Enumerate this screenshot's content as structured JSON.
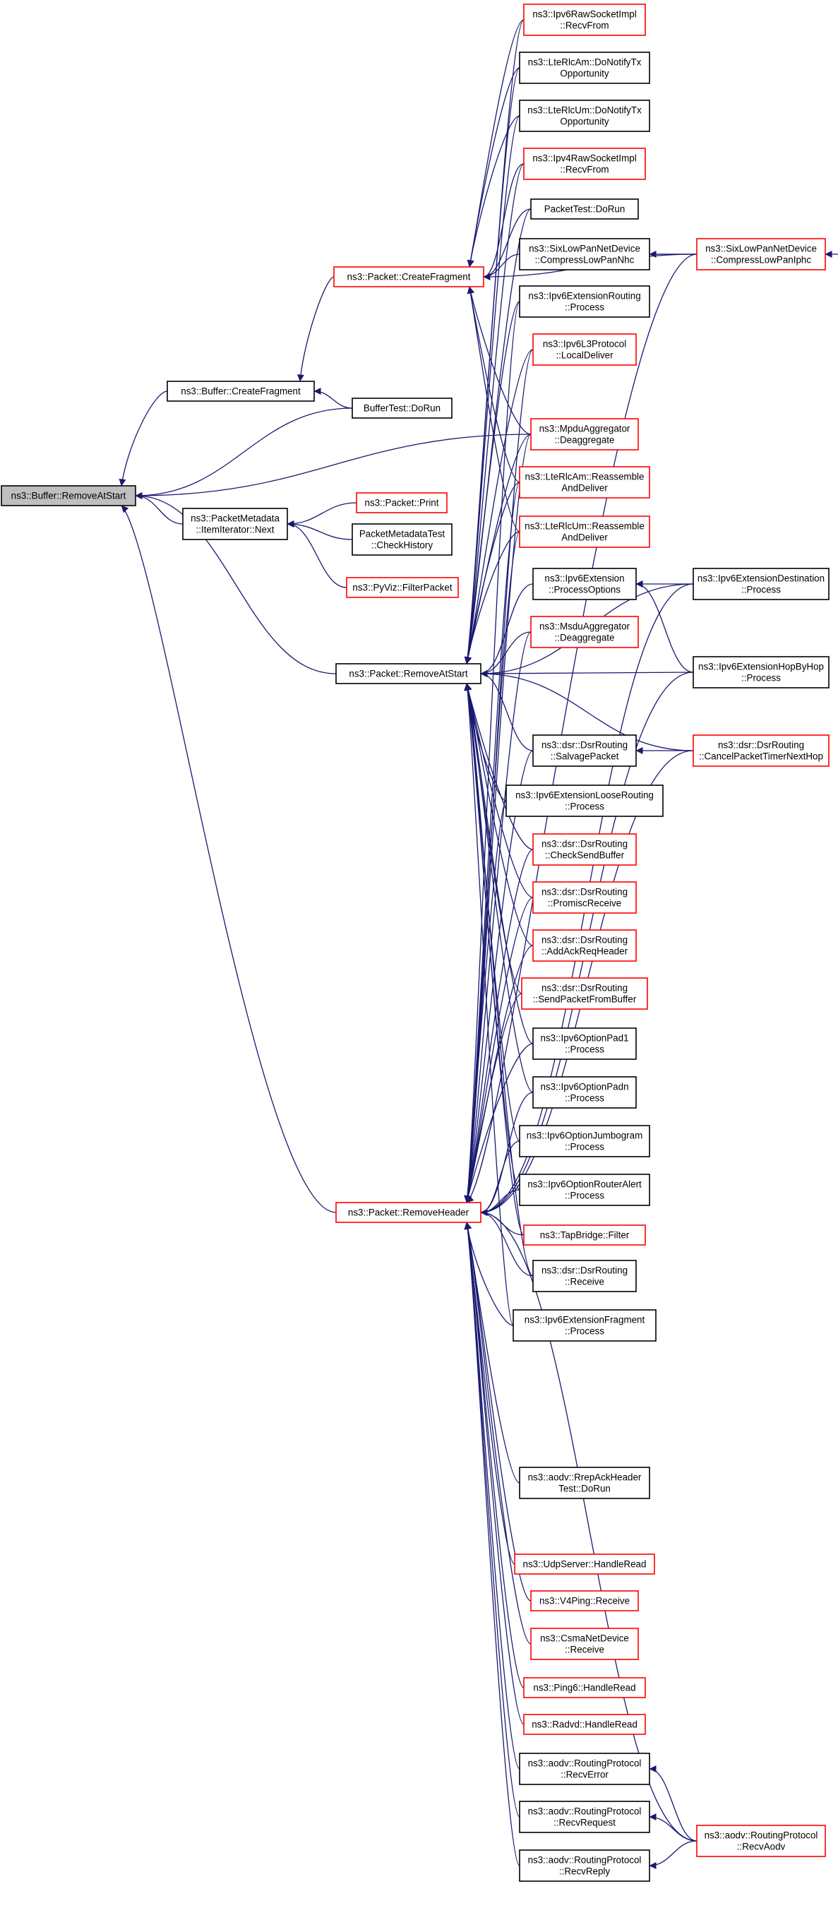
{
  "diagram": {
    "type": "doxygen-caller-graph",
    "edge_color": "#191970",
    "node_border_default": "#000000",
    "node_border_truncated": "#ff0000",
    "root_fill": "#bfbfbf",
    "nodes": [
      {
        "id": "root",
        "lines": [
          "ns3::Buffer::RemoveAtStart"
        ],
        "style": "root"
      },
      {
        "id": "buf_cf",
        "lines": [
          "ns3::Buffer::CreateFragment"
        ],
        "style": "black"
      },
      {
        "id": "pkt_cf",
        "lines": [
          "ns3::Packet::CreateFragment"
        ],
        "style": "red"
      },
      {
        "id": "buftest",
        "lines": [
          "BufferTest::DoRun"
        ],
        "style": "black"
      },
      {
        "id": "pm_next",
        "lines": [
          "ns3::PacketMetadata",
          "::ItemIterator::Next"
        ],
        "style": "black"
      },
      {
        "id": "pkt_print",
        "lines": [
          "ns3::Packet::Print"
        ],
        "style": "red"
      },
      {
        "id": "pmtest",
        "lines": [
          "PacketMetadataTest",
          "::CheckHistory"
        ],
        "style": "black"
      },
      {
        "id": "pyviz",
        "lines": [
          "ns3::PyViz::FilterPacket"
        ],
        "style": "red"
      },
      {
        "id": "pkt_ras",
        "lines": [
          "ns3::Packet::RemoveAtStart"
        ],
        "style": "black"
      },
      {
        "id": "pkt_rh",
        "lines": [
          "ns3::Packet::RemoveHeader"
        ],
        "style": "red"
      },
      {
        "id": "ipv6raw",
        "lines": [
          "ns3::Ipv6RawSocketImpl",
          "::RecvFrom"
        ],
        "style": "red"
      },
      {
        "id": "lterlcam_tx",
        "lines": [
          "ns3::LteRlcAm::DoNotifyTx",
          "Opportunity"
        ],
        "style": "black"
      },
      {
        "id": "lterlcum_tx",
        "lines": [
          "ns3::LteRlcUm::DoNotifyTx",
          "Opportunity"
        ],
        "style": "black"
      },
      {
        "id": "ipv4raw",
        "lines": [
          "ns3::Ipv4RawSocketImpl",
          "::RecvFrom"
        ],
        "style": "red"
      },
      {
        "id": "pkttest",
        "lines": [
          "PacketTest::DoRun"
        ],
        "style": "black"
      },
      {
        "id": "sixnhc",
        "lines": [
          "ns3::SixLowPanNetDevice",
          "::CompressLowPanNhc"
        ],
        "style": "black"
      },
      {
        "id": "sixiphc",
        "lines": [
          "ns3::SixLowPanNetDevice",
          "::CompressLowPanIphc"
        ],
        "style": "red"
      },
      {
        "id": "ipv6extrouting",
        "lines": [
          "ns3::Ipv6ExtensionRouting",
          "::Process"
        ],
        "style": "black"
      },
      {
        "id": "ipv6l3",
        "lines": [
          "ns3::Ipv6L3Protocol",
          "::LocalDeliver"
        ],
        "style": "red"
      },
      {
        "id": "mpdu",
        "lines": [
          "ns3::MpduAggregator",
          "::Deaggregate"
        ],
        "style": "red"
      },
      {
        "id": "lterlcam_re",
        "lines": [
          "ns3::LteRlcAm::Reassemble",
          "AndDeliver"
        ],
        "style": "red"
      },
      {
        "id": "lterlcum_re",
        "lines": [
          "ns3::LteRlcUm::Reassemble",
          "AndDeliver"
        ],
        "style": "red"
      },
      {
        "id": "ipv6ext_po",
        "lines": [
          "ns3::Ipv6Extension",
          "::ProcessOptions"
        ],
        "style": "black"
      },
      {
        "id": "ipv6extdest",
        "lines": [
          "ns3::Ipv6ExtensionDestination",
          "::Process"
        ],
        "style": "black"
      },
      {
        "id": "msdu",
        "lines": [
          "ns3::MsduAggregator",
          "::Deaggregate"
        ],
        "style": "red"
      },
      {
        "id": "ipv6hop",
        "lines": [
          "ns3::Ipv6ExtensionHopByHop",
          "::Process"
        ],
        "style": "black"
      },
      {
        "id": "dsr_salvage",
        "lines": [
          "ns3::dsr::DsrRouting",
          "::SalvagePacket"
        ],
        "style": "black"
      },
      {
        "id": "dsr_cancel",
        "lines": [
          "ns3::dsr::DsrRouting",
          "::CancelPacketTimerNextHop"
        ],
        "style": "red"
      },
      {
        "id": "ipv6loose",
        "lines": [
          "ns3::Ipv6ExtensionLooseRouting",
          "::Process"
        ],
        "style": "black"
      },
      {
        "id": "dsr_check",
        "lines": [
          "ns3::dsr::DsrRouting",
          "::CheckSendBuffer"
        ],
        "style": "red"
      },
      {
        "id": "dsr_promisc",
        "lines": [
          "ns3::dsr::DsrRouting",
          "::PromiscReceive"
        ],
        "style": "red"
      },
      {
        "id": "dsr_addack",
        "lines": [
          "ns3::dsr::DsrRouting",
          "::AddAckReqHeader"
        ],
        "style": "red"
      },
      {
        "id": "dsr_send",
        "lines": [
          "ns3::dsr::DsrRouting",
          "::SendPacketFromBuffer"
        ],
        "style": "red"
      },
      {
        "id": "pad1",
        "lines": [
          "ns3::Ipv6OptionPad1",
          "::Process"
        ],
        "style": "black"
      },
      {
        "id": "padn",
        "lines": [
          "ns3::Ipv6OptionPadn",
          "::Process"
        ],
        "style": "black"
      },
      {
        "id": "jumbo",
        "lines": [
          "ns3::Ipv6OptionJumbogram",
          "::Process"
        ],
        "style": "black"
      },
      {
        "id": "ralert",
        "lines": [
          "ns3::Ipv6OptionRouterAlert",
          "::Process"
        ],
        "style": "black"
      },
      {
        "id": "tapbridge",
        "lines": [
          "ns3::TapBridge::Filter"
        ],
        "style": "red"
      },
      {
        "id": "dsr_recv",
        "lines": [
          "ns3::dsr::DsrRouting",
          "::Receive"
        ],
        "style": "black"
      },
      {
        "id": "ipv6frag",
        "lines": [
          "ns3::Ipv6ExtensionFragment",
          "::Process"
        ],
        "style": "black"
      },
      {
        "id": "aodv_rrep",
        "lines": [
          "ns3::aodv::RrepAckHeader",
          "Test::DoRun"
        ],
        "style": "black"
      },
      {
        "id": "udpserver",
        "lines": [
          "ns3::UdpServer::HandleRead"
        ],
        "style": "red"
      },
      {
        "id": "v4ping",
        "lines": [
          "ns3::V4Ping::Receive"
        ],
        "style": "red"
      },
      {
        "id": "csma",
        "lines": [
          "ns3::CsmaNetDevice",
          "::Receive"
        ],
        "style": "red"
      },
      {
        "id": "ping6",
        "lines": [
          "ns3::Ping6::HandleRead"
        ],
        "style": "red"
      },
      {
        "id": "radvd",
        "lines": [
          "ns3::Radvd::HandleRead"
        ],
        "style": "red"
      },
      {
        "id": "aodv_err",
        "lines": [
          "ns3::aodv::RoutingProtocol",
          "::RecvError"
        ],
        "style": "black"
      },
      {
        "id": "aodv_req",
        "lines": [
          "ns3::aodv::RoutingProtocol",
          "::RecvRequest"
        ],
        "style": "black"
      },
      {
        "id": "aodv_reply",
        "lines": [
          "ns3::aodv::RoutingProtocol",
          "::RecvReply"
        ],
        "style": "black"
      },
      {
        "id": "aodv_adv",
        "lines": [
          "ns3::aodv::RoutingProtocol",
          "::RecvAodv"
        ],
        "style": "red"
      }
    ],
    "edges": [
      [
        "buf_cf",
        "root"
      ],
      [
        "buftest",
        "root"
      ],
      [
        "pm_next",
        "root"
      ],
      [
        "pkt_ras",
        "root"
      ],
      [
        "pkt_rh",
        "root"
      ],
      [
        "mpdu",
        "root"
      ],
      [
        "pkt_cf",
        "buf_cf"
      ],
      [
        "buftest",
        "buf_cf"
      ],
      [
        "pkt_print",
        "pm_next"
      ],
      [
        "pmtest",
        "pm_next"
      ],
      [
        "pyviz",
        "pm_next"
      ],
      [
        "ipv6raw",
        "pkt_cf"
      ],
      [
        "lterlcam_tx",
        "pkt_cf"
      ],
      [
        "lterlcum_tx",
        "pkt_cf"
      ],
      [
        "ipv4raw",
        "pkt_cf"
      ],
      [
        "pkttest",
        "pkt_cf"
      ],
      [
        "sixnhc",
        "pkt_cf"
      ],
      [
        "mpdu",
        "pkt_cf"
      ],
      [
        "lterlcam_re",
        "pkt_cf"
      ],
      [
        "lterlcum_re",
        "pkt_cf"
      ],
      [
        "sixiphc",
        "pkt_cf"
      ],
      [
        "ipv6raw",
        "pkt_ras"
      ],
      [
        "lterlcam_tx",
        "pkt_ras"
      ],
      [
        "lterlcum_tx",
        "pkt_ras"
      ],
      [
        "ipv4raw",
        "pkt_ras"
      ],
      [
        "pkttest",
        "pkt_ras"
      ],
      [
        "ipv6extrouting",
        "pkt_ras"
      ],
      [
        "ipv6l3",
        "pkt_ras"
      ],
      [
        "mpdu",
        "pkt_ras"
      ],
      [
        "lterlcam_re",
        "pkt_ras"
      ],
      [
        "lterlcum_re",
        "pkt_ras"
      ],
      [
        "ipv6ext_po",
        "pkt_ras"
      ],
      [
        "msdu",
        "pkt_ras"
      ],
      [
        "ipv6hop",
        "pkt_ras"
      ],
      [
        "dsr_cancel",
        "pkt_ras"
      ],
      [
        "dsr_salvage",
        "pkt_ras"
      ],
      [
        "ipv6loose",
        "pkt_ras"
      ],
      [
        "dsr_check",
        "pkt_ras"
      ],
      [
        "dsr_promisc",
        "pkt_ras"
      ],
      [
        "dsr_addack",
        "pkt_ras"
      ],
      [
        "dsr_send",
        "pkt_ras"
      ],
      [
        "pad1",
        "pkt_ras"
      ],
      [
        "padn",
        "pkt_ras"
      ],
      [
        "jumbo",
        "pkt_ras"
      ],
      [
        "ralert",
        "pkt_ras"
      ],
      [
        "tapbridge",
        "pkt_ras"
      ],
      [
        "dsr_recv",
        "pkt_ras"
      ],
      [
        "ipv6frag",
        "pkt_ras"
      ],
      [
        "ipv6extdest",
        "pkt_ras"
      ],
      [
        "sixiphc",
        "sixnhc"
      ],
      [
        "sixnhc",
        "sixiphc"
      ],
      [
        "ipv6extdest",
        "ipv6ext_po"
      ],
      [
        "ipv6hop",
        "ipv6ext_po"
      ],
      [
        "dsr_cancel",
        "dsr_salvage"
      ],
      [
        "sixiphc",
        "pkt_rh"
      ],
      [
        "ipv6extrouting",
        "pkt_rh"
      ],
      [
        "ipv6l3",
        "pkt_rh"
      ],
      [
        "mpdu",
        "pkt_rh"
      ],
      [
        "lterlcam_re",
        "pkt_rh"
      ],
      [
        "lterlcum_re",
        "pkt_rh"
      ],
      [
        "ipv6extdest",
        "pkt_rh"
      ],
      [
        "msdu",
        "pkt_rh"
      ],
      [
        "ipv6hop",
        "pkt_rh"
      ],
      [
        "dsr_salvage",
        "pkt_rh"
      ],
      [
        "ipv6loose",
        "pkt_rh"
      ],
      [
        "dsr_check",
        "pkt_rh"
      ],
      [
        "dsr_promisc",
        "pkt_rh"
      ],
      [
        "dsr_addack",
        "pkt_rh"
      ],
      [
        "dsr_send",
        "pkt_rh"
      ],
      [
        "pad1",
        "pkt_rh"
      ],
      [
        "padn",
        "pkt_rh"
      ],
      [
        "jumbo",
        "pkt_rh"
      ],
      [
        "ralert",
        "pkt_rh"
      ],
      [
        "tapbridge",
        "pkt_rh"
      ],
      [
        "dsr_recv",
        "pkt_rh"
      ],
      [
        "ipv6frag",
        "pkt_rh"
      ],
      [
        "aodv_rrep",
        "pkt_rh"
      ],
      [
        "udpserver",
        "pkt_rh"
      ],
      [
        "v4ping",
        "pkt_rh"
      ],
      [
        "csma",
        "pkt_rh"
      ],
      [
        "ping6",
        "pkt_rh"
      ],
      [
        "radvd",
        "pkt_rh"
      ],
      [
        "aodv_err",
        "pkt_rh"
      ],
      [
        "aodv_req",
        "pkt_rh"
      ],
      [
        "aodv_reply",
        "pkt_rh"
      ],
      [
        "aodv_adv",
        "pkt_rh"
      ],
      [
        "dsr_cancel",
        "pkt_rh"
      ],
      [
        "aodv_adv",
        "aodv_err"
      ],
      [
        "aodv_adv",
        "aodv_req"
      ],
      [
        "aodv_adv",
        "aodv_reply"
      ]
    ]
  }
}
